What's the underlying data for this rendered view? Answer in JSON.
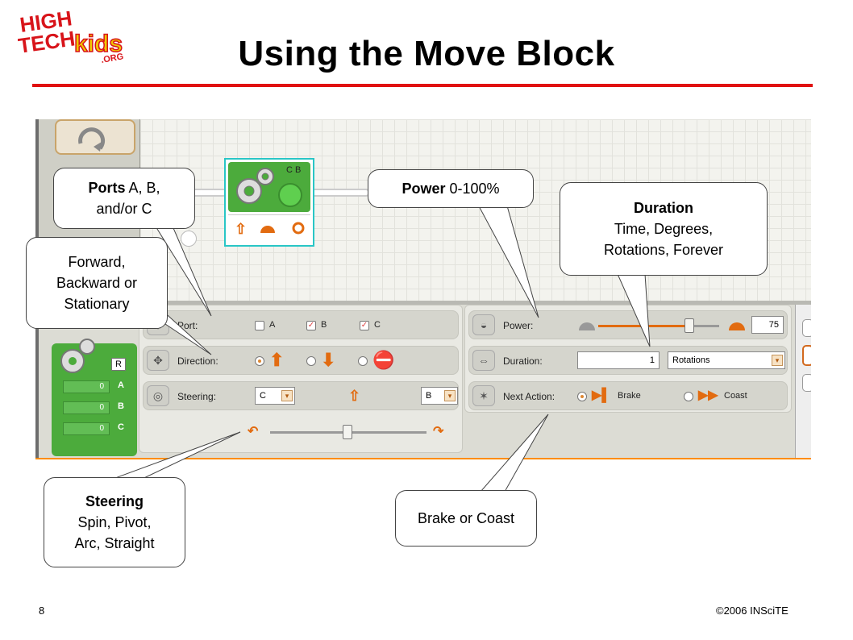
{
  "slide": {
    "title": "Using the Move Block",
    "page_number": "8",
    "copyright": "©2006 INSciTE",
    "logo": {
      "line1": "HIGH",
      "line2": "TECH",
      "line3": "kids",
      "line4": ".ORG"
    },
    "accent_color": "#e01010"
  },
  "callouts": {
    "ports": {
      "bold": "Ports",
      "text": " A, B,",
      "line2": "and/or C"
    },
    "direction": {
      "line1": "Forward,",
      "line2": "Backward or",
      "line3": "Stationary"
    },
    "power": {
      "bold": "Power",
      "text": " 0-100%"
    },
    "duration": {
      "bold": "Duration",
      "line2": "Time, Degrees,",
      "line3": "Rotations,  Forever"
    },
    "steering": {
      "bold": "Steering",
      "line2": "Spin, Pivot,",
      "line3": "Arc, Straight"
    },
    "next_action": {
      "text": "Brake or Coast"
    }
  },
  "move_block": {
    "ports_label": "C B"
  },
  "config": {
    "port_row": {
      "label": "Port:",
      "options": [
        {
          "name": "A",
          "checked": false
        },
        {
          "name": "B",
          "checked": true
        },
        {
          "name": "C",
          "checked": true
        }
      ]
    },
    "direction_row": {
      "label": "Direction:"
    },
    "steering_row": {
      "label": "Steering:",
      "left_port": "C",
      "right_port": "B"
    },
    "power_row": {
      "label": "Power:",
      "value": "75",
      "level_fraction": 0.75
    },
    "duration_row": {
      "label": "Duration:",
      "value": "1",
      "unit": "Rotations"
    },
    "next_action_row": {
      "label": "Next Action:",
      "brake": "Brake",
      "coast": "Coast"
    },
    "port_panel": {
      "reset": "R",
      "ports": [
        {
          "name": "A",
          "value": "0"
        },
        {
          "name": "B",
          "value": "0"
        },
        {
          "name": "C",
          "value": "0"
        }
      ]
    }
  }
}
